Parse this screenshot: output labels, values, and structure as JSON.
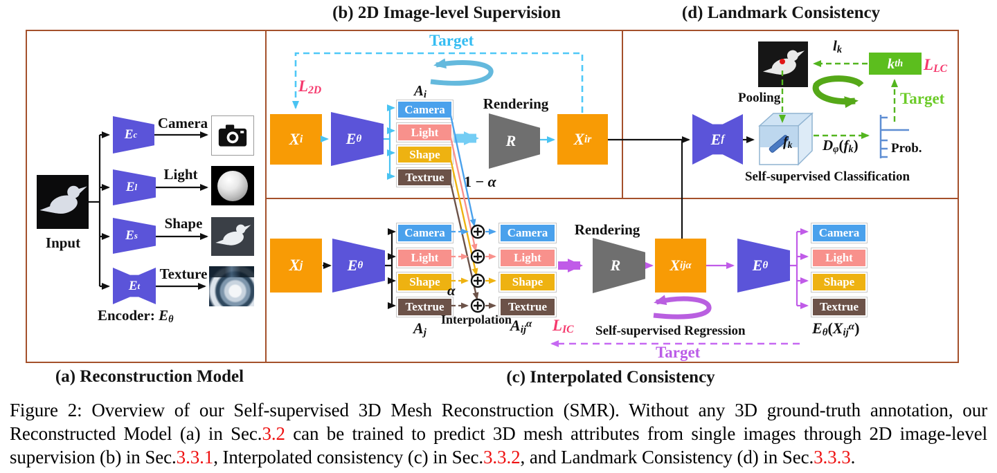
{
  "colors": {
    "panel_border": "#A4502B",
    "block_orange": "#F89B05",
    "encoder_violet": "#5B54D9",
    "render_gray": "#6F6F6F",
    "camera_blue": "#4AA1EC",
    "light_salmon": "#F8918C",
    "shape_yellow": "#EEB211",
    "texture_brown": "#6C5248",
    "cyan_arrow": "#49C3F2",
    "green_box": "#5CBE1E",
    "purple_arrow": "#C05BE8",
    "loss_pink": "#F5386C",
    "prob_blue": "#5E8ED3",
    "ref_red": "#EE1111"
  },
  "titles": {
    "b": "(b) 2D Image-level Supervision",
    "d": "(d) Landmark Consistency",
    "a": "(a) Reconstruction Model",
    "c": "(c) Interpolated Consistency"
  },
  "panel_a": {
    "input_label": "Input",
    "encoder_caption": [
      [
        "Encoder: ",
        "n"
      ],
      [
        "E",
        "i"
      ],
      [
        "θ",
        "s"
      ]
    ],
    "rows": [
      {
        "enc": [
          [
            "E",
            "i"
          ],
          [
            "c",
            "s"
          ]
        ],
        "out": "Camera"
      },
      {
        "enc": [
          [
            "E",
            "i"
          ],
          [
            "l",
            "s"
          ]
        ],
        "out": "Light"
      },
      {
        "enc": [
          [
            "E",
            "i"
          ],
          [
            "s",
            "s"
          ]
        ],
        "out": "Shape"
      },
      {
        "enc": [
          [
            "E",
            "i"
          ],
          [
            "t",
            "s"
          ]
        ],
        "out": "Texture"
      }
    ]
  },
  "panel_b": {
    "target": "Target",
    "loss_2d": [
      [
        "L",
        "i"
      ],
      [
        "2D",
        "s"
      ]
    ],
    "x_i": [
      [
        "X",
        "i"
      ],
      [
        "i",
        "s"
      ]
    ],
    "e_theta": [
      [
        "E",
        "i"
      ],
      [
        "θ",
        "s"
      ]
    ],
    "a_i": [
      [
        "A",
        "i"
      ],
      [
        "i",
        "s"
      ]
    ],
    "attrs": [
      "Camera",
      "Light",
      "Shape",
      "Textrue"
    ],
    "rendering": "Rendering",
    "r": [
      [
        "R",
        "i"
      ]
    ],
    "x_i_r": [
      [
        "X",
        "i"
      ],
      [
        "i",
        "s"
      ],
      [
        "r",
        "p"
      ]
    ],
    "one_minus_alpha": [
      [
        "1 − ",
        "n"
      ],
      [
        "α",
        "i"
      ]
    ]
  },
  "panel_c": {
    "x_j": [
      [
        "X",
        "i"
      ],
      [
        "j",
        "s"
      ]
    ],
    "e_theta_left": [
      [
        "E",
        "i"
      ],
      [
        "θ",
        "s"
      ]
    ],
    "attrs_a": [
      "Camera",
      "Light",
      "Shape",
      "Textrue"
    ],
    "attrs_b": [
      "Camera",
      "Light",
      "Shape",
      "Textrue"
    ],
    "attrs_c": [
      "Camera",
      "Light",
      "Shape",
      "Textrue"
    ],
    "alpha": [
      [
        "α",
        "i"
      ]
    ],
    "interpolation": "Interpolation",
    "a_j": [
      [
        "A",
        "i"
      ],
      [
        "j",
        "s"
      ]
    ],
    "a_ij": [
      [
        "A",
        "i"
      ],
      [
        "ij",
        "s"
      ],
      [
        "α",
        "p"
      ]
    ],
    "loss_ic": [
      [
        "L",
        "i"
      ],
      [
        "IC",
        "s"
      ]
    ],
    "rendering": "Rendering",
    "r": [
      [
        "R",
        "i"
      ]
    ],
    "x_ij": [
      [
        "X",
        "i"
      ],
      [
        "ij",
        "s"
      ],
      [
        "α",
        "p"
      ]
    ],
    "e_theta_right": [
      [
        "E",
        "i"
      ],
      [
        "θ",
        "s"
      ]
    ],
    "e_theta_x": [
      [
        "E",
        "i"
      ],
      [
        "θ",
        "s"
      ],
      [
        "(",
        "n"
      ],
      [
        "X",
        "i"
      ],
      [
        "ij",
        "s"
      ],
      [
        "α",
        "p"
      ],
      [
        ")",
        "n"
      ]
    ],
    "regression": "Self-supervised Regression",
    "target": "Target"
  },
  "panel_d": {
    "pooling": "Pooling",
    "l_k": [
      [
        "l",
        "i"
      ],
      [
        "k",
        "s"
      ]
    ],
    "k_th": [
      [
        "k",
        "i"
      ],
      [
        "th",
        "s"
      ]
    ],
    "loss_lc": [
      [
        "L",
        "i"
      ],
      [
        "LC",
        "s"
      ]
    ],
    "target": "Target",
    "e_f": [
      [
        "E",
        "i"
      ],
      [
        "f",
        "s"
      ]
    ],
    "f_k": [
      [
        "f",
        "i"
      ],
      [
        "k",
        "s"
      ]
    ],
    "d_phi": [
      [
        "D",
        "i"
      ],
      [
        "φ",
        "s"
      ],
      [
        "(",
        "n"
      ],
      [
        "f",
        "i"
      ],
      [
        "k",
        "s"
      ],
      [
        ")",
        "n"
      ]
    ],
    "prob": "Prob.",
    "classification": "Self-supervised Classification"
  },
  "caption": {
    "segments": [
      [
        "Figure 2: Overview of our Self-supervised 3D Mesh Reconstruction (SMR). Without any 3D ground-truth annotation, our Reconstructed Model (a) in Sec.",
        "n"
      ],
      [
        "3.2",
        "r"
      ],
      [
        " can be trained to predict 3D mesh attributes from single images through 2D image-level supervision (b) in Sec.",
        "n"
      ],
      [
        "3.3.1",
        "r"
      ],
      [
        ", Interpolated consistency (c) in Sec.",
        "n"
      ],
      [
        "3.3.2",
        "r"
      ],
      [
        ", and Landmark Consistency (d) in Sec.",
        "n"
      ],
      [
        "3.3.3",
        "r"
      ],
      [
        ".",
        "n"
      ]
    ]
  }
}
